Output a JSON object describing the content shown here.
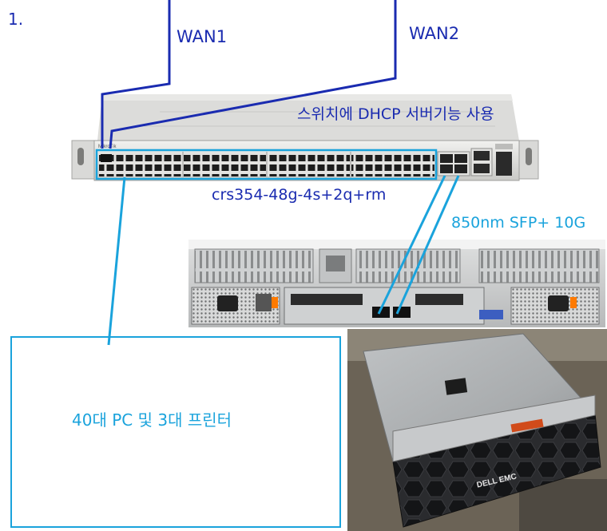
{
  "diagram": {
    "step_number": "1.",
    "wan1": "WAN1",
    "wan2": "WAN2",
    "switch_note": "스위치에 DHCP 서버기능 사용",
    "switch_model": "crs354-48g-4s+2q+rm",
    "sfp_link": "850nm SFP+ 10G",
    "client_box": "40대 PC 및 3대 프린터",
    "server_brand": "DELL EMC",
    "switch_brand": "MikroTik"
  },
  "colors": {
    "wan_line": "#1a2bb0",
    "lan_line": "#1aa3dc",
    "label_blue": "#1a2bb0",
    "label_cyan": "#1aa3dc"
  }
}
